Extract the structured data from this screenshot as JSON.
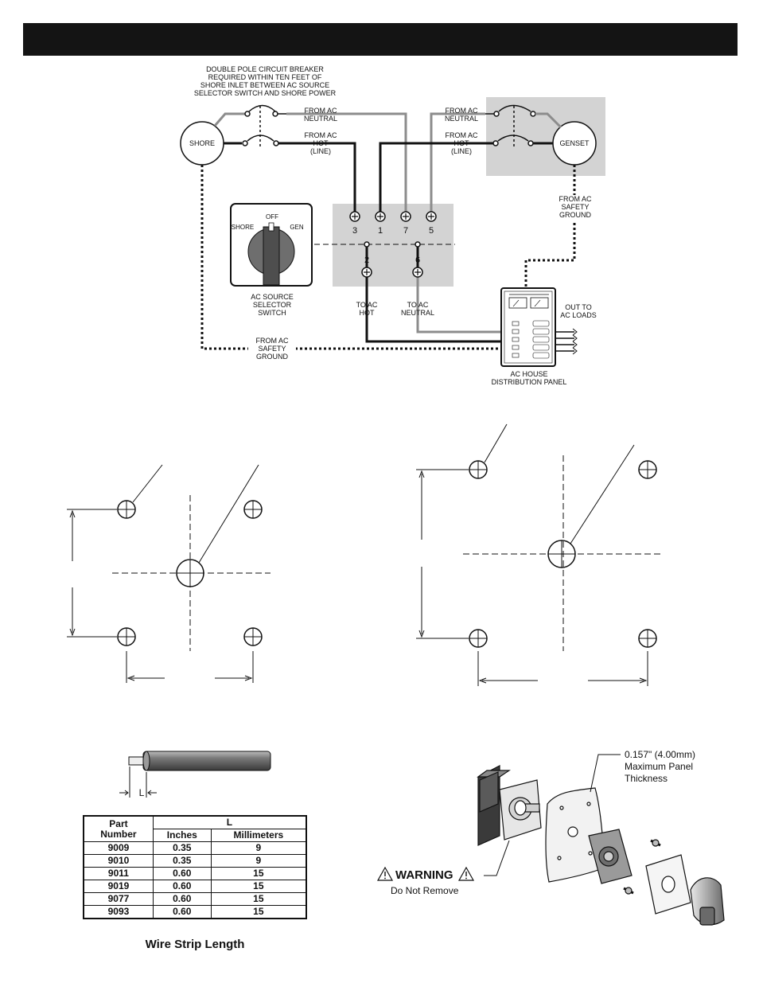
{
  "wiring": {
    "breaker_note": [
      "DOUBLE POLE CIRCUIT BREAKER",
      "REQUIRED WITHIN TEN FEET OF",
      "SHORE INLET BETWEEN AC SOURCE",
      "SELECTOR SWITCH AND SHORE POWER"
    ],
    "shore": "SHORE",
    "genset": "GENSET",
    "from_ac_neutral_left": [
      "FROM AC",
      "NEUTRAL"
    ],
    "from_ac_hot_left": [
      "FROM AC",
      "HOT",
      "(LINE)"
    ],
    "from_ac_neutral_right": [
      "FROM AC",
      "NEUTRAL"
    ],
    "from_ac_hot_right": [
      "FROM AC",
      "HOT",
      "(LINE)"
    ],
    "from_ac_safety_ground_right": [
      "FROM AC",
      "SAFETY",
      "GROUND"
    ],
    "from_ac_safety_ground_bottom": [
      "FROM AC",
      "SAFETY",
      "GROUND"
    ],
    "switch_positions": {
      "off": "OFF",
      "shore": "SHORE",
      "gen": "GEN"
    },
    "switch_caption": [
      "AC SOURCE",
      "SELECTOR",
      "SWITCH"
    ],
    "terminals_top": [
      "3",
      "1",
      "7",
      "5"
    ],
    "terminals_mid": [
      "2",
      "6"
    ],
    "to_ac_hot": [
      "TO AC",
      "HOT"
    ],
    "to_ac_neutral": [
      "TO AC",
      "NEUTRAL"
    ],
    "out_to_loads": [
      "OUT TO",
      "AC LOADS"
    ],
    "panel_caption": [
      "AC HOUSE",
      "DISTRIBUTION PANEL"
    ]
  },
  "wire_strip": {
    "l_label": "L",
    "table": {
      "header_part": [
        "Part",
        "Number"
      ],
      "header_l": "L",
      "header_inches": "Inches",
      "header_mm": "Millimeters",
      "rows": [
        {
          "part": "9009",
          "inches": "0.35",
          "mm": "9"
        },
        {
          "part": "9010",
          "inches": "0.35",
          "mm": "9"
        },
        {
          "part": "9011",
          "inches": "0.60",
          "mm": "15"
        },
        {
          "part": "9019",
          "inches": "0.60",
          "mm": "15"
        },
        {
          "part": "9077",
          "inches": "0.60",
          "mm": "15"
        },
        {
          "part": "9093",
          "inches": "0.60",
          "mm": "15"
        }
      ]
    },
    "caption": "Wire Strip Length"
  },
  "assembly": {
    "panel_note": [
      "0.157\" (4.00mm)",
      "Maximum Panel",
      "Thickness"
    ],
    "warning": "WARNING",
    "warning_sub": "Do Not Remove"
  },
  "colors": {
    "header": "#141414",
    "shade": "#d3d3d3",
    "gray_wire": "#8c8c8c",
    "switch_body": "#6e6e6e"
  }
}
